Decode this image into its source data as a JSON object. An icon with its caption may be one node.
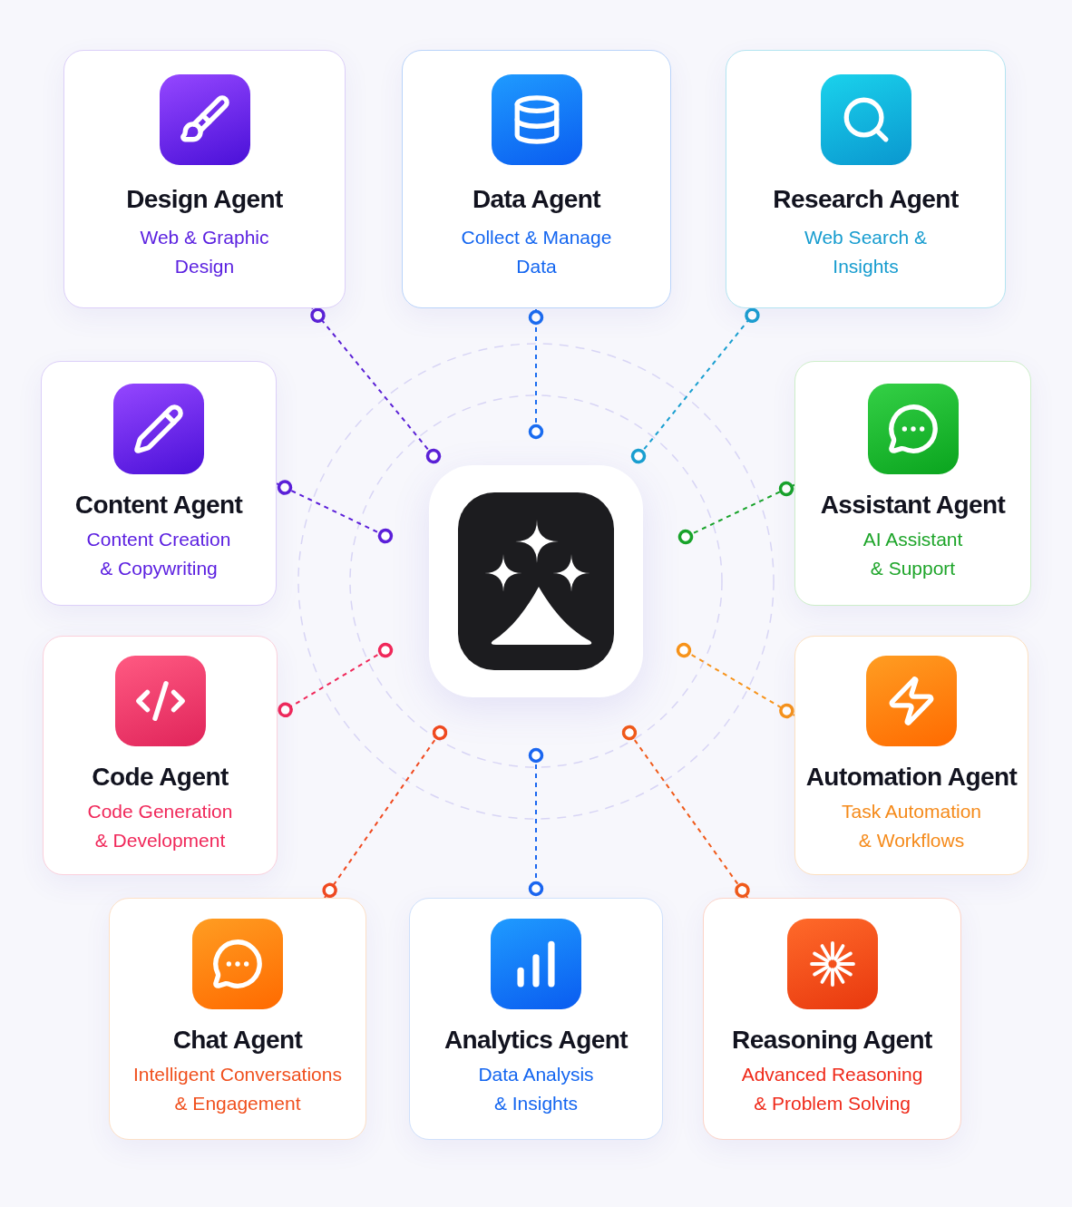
{
  "diagram": {
    "nodes": [
      {
        "text": [
          "Design Agent",
          "Web & Graphic Design"
        ]
      },
      {
        "text": [
          "Data Agent",
          "Collect & Manage Data"
        ]
      },
      {
        "text": [
          "Research Agent",
          "Web Search & Insights"
        ]
      },
      {
        "text": [
          "Content Agent",
          "Content Creation & Copywriting"
        ]
      },
      {
        "text": [],
        "shape": "picture"
      },
      {
        "text": [
          "Assistant Agent",
          "AI Assistant & Support"
        ]
      },
      {
        "text": [
          "Code Agent",
          "Code Generation & Development"
        ]
      },
      {
        "text": [
          "Automation Agent",
          "Task Automation & Workflows"
        ]
      },
      {
        "text": [
          "Chat Agent",
          "Intelligent Conversations & Engagement"
        ]
      },
      {
        "text": [
          "Analytics Agent",
          "Data Analysis & Insights"
        ]
      },
      {
        "text": [
          "Reasoning Agent",
          "Advanced Reasoning & Problem Solving"
        ]
      }
    ],
    "edges": [
      {
        "from": 4,
        "to": 0,
        "arrow": "other",
        "style": "dashed",
        "color": "#5b21d6"
      },
      {
        "from": 4,
        "to": 1,
        "arrow": "other",
        "style": "dashed",
        "color": "#1a6cf0"
      },
      {
        "from": 4,
        "to": 2,
        "arrow": "other",
        "style": "dashed",
        "color": "#1a9fd0"
      },
      {
        "from": 4,
        "to": 3,
        "arrow": "other",
        "style": "dashed",
        "color": "#5b1fd9"
      },
      {
        "from": 4,
        "to": 5,
        "arrow": "other",
        "style": "dashed",
        "color": "#18a32a"
      },
      {
        "from": 4,
        "to": 6,
        "arrow": "other",
        "style": "dashed",
        "color": "#f0285a"
      },
      {
        "from": 4,
        "to": 7,
        "arrow": "other",
        "style": "dashed",
        "color": "#f7931a"
      },
      {
        "from": 4,
        "to": 8,
        "arrow": "other",
        "style": "dashed",
        "color": "#f04a20"
      },
      {
        "from": 4,
        "to": 9,
        "arrow": "other",
        "style": "dashed",
        "color": "#1a66f0"
      },
      {
        "from": 4,
        "to": 10,
        "arrow": "other",
        "style": "dashed",
        "color": "#f05a1a"
      }
    ]
  }
}
